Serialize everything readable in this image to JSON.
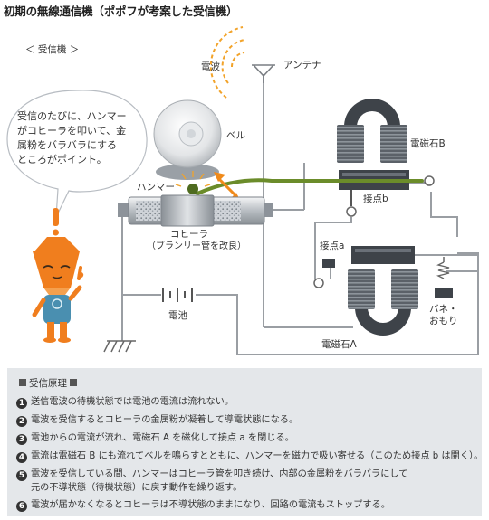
{
  "title": "初期の無線通信機（ポポフが考案した受信機）",
  "section_label": "＜ 受信機 ＞",
  "labels": {
    "denpa": "電波",
    "antenna": "アンテナ",
    "bell": "ベル",
    "electromagnet_b": "電磁石B",
    "contact_b": "接点b",
    "hammer": "ハンマー",
    "coherer_1": "コヒーラ",
    "coherer_2": "（ブランリー管を改良）",
    "contact_a": "接点a",
    "spring_1": "バネ・",
    "spring_2": "おもり",
    "battery": "電池",
    "electromagnet_a": "電磁石A"
  },
  "bubble": {
    "lines": [
      "受信のたびに、ハンマー",
      "がコヒーラを叩いて、金",
      "属粉をバラバラにする",
      "ところがポイント。"
    ]
  },
  "principle": {
    "title": "受信原理",
    "steps": [
      {
        "num": "1",
        "text": "送信電波の待機状態では電池の電流は流れない。",
        "text2": ""
      },
      {
        "num": "2",
        "text": "電波を受信するとコヒーラの金属粉が凝着して導電状態になる。",
        "text2": ""
      },
      {
        "num": "3",
        "text": "電池からの電流が流れ、電磁石 A を磁化して接点 a を閉じる。",
        "text2": ""
      },
      {
        "num": "4",
        "text": "電流は電磁石 B にも流れてベルを鳴らすとともに、ハンマーを磁力で吸い寄せる（このため接点 b は開く）。",
        "text2": ""
      },
      {
        "num": "5",
        "text": "電波を受信している間、ハンマーはコヒーラ管を叩き続け、内部の金属粉をバラバラにして",
        "text2": "元の不導状態（待機状態）に戻す動作を繰り返す。"
      },
      {
        "num": "6",
        "text": "電波が届かなくなるとコヒーラは不導状態のままになり、回路の電流もストップする。",
        "text2": ""
      }
    ]
  },
  "colors": {
    "wire": "#9a9ea3",
    "rod": "#6b8c2a",
    "waves": "#f2a32a",
    "arrow": "#f08a1a",
    "mascot": "#f07e1e",
    "panel": "#e4e7ea",
    "coil": "#5b6168"
  },
  "icons": [
    "radio-wave-icon",
    "antenna-icon",
    "arrow-icon",
    "exclamation-icon"
  ]
}
